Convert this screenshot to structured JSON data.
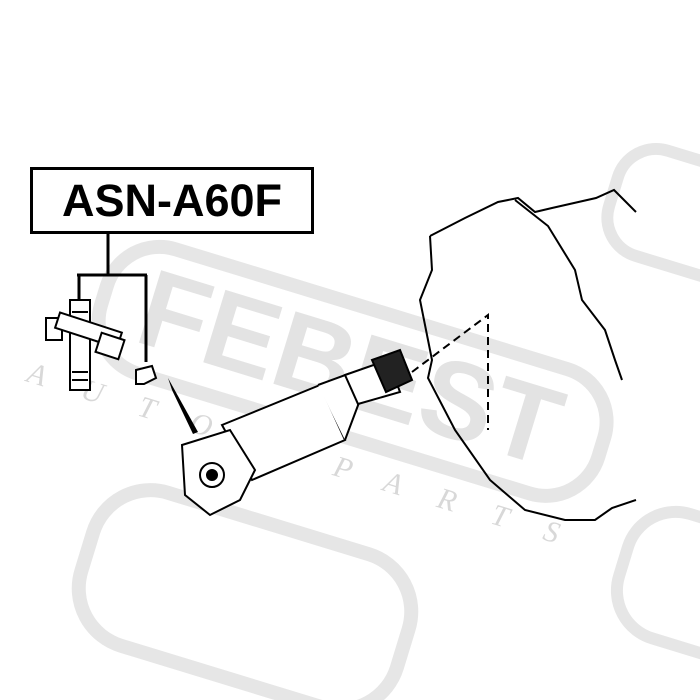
{
  "part_label": "ASN-A60F",
  "watermark": {
    "brand": "FEBEST",
    "tagline_left": "AUTO",
    "tagline_right": "PARTS"
  }
}
